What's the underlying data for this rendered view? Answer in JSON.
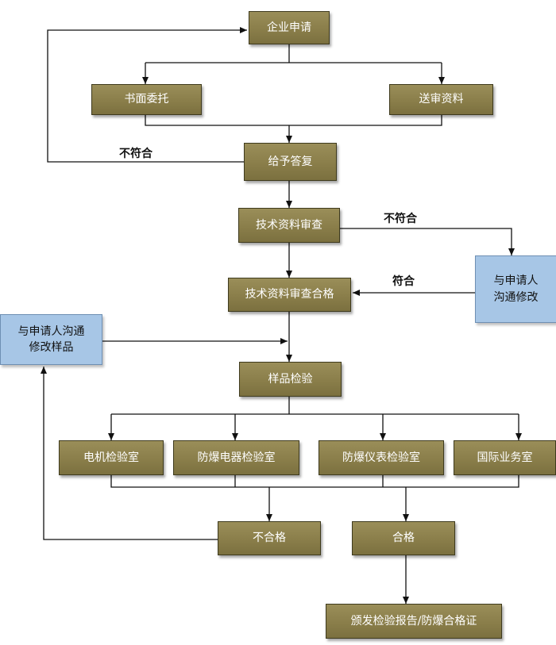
{
  "colors": {
    "process_fill": "#8a7e4a",
    "communication_fill": "#a7c6e6",
    "line": "#111111"
  },
  "nodes": {
    "apply": "企业申请",
    "written_entrust": "书面委托",
    "submit_docs": "送审资料",
    "reply": "给予答复",
    "doc_review": "技术资料审查",
    "doc_review_pass": "技术资料审查合格",
    "notify_applicant_docs": "与申请人\n沟通修改",
    "notify_applicant_samples": "与申请人沟通\n修改样品",
    "sample_test": "样品检验",
    "lab_motor": "电机检验室",
    "lab_explosion_proof_electrical": "防爆电器检验室",
    "lab_explosion_proof_instrument": "防爆仪表检验室",
    "lab_international": "国际业务室",
    "fail": "不合格",
    "pass": "合格",
    "issue_certificate": "颁发检验报告/防爆合格证"
  },
  "edge_labels": {
    "reply_not_conform": "不符合",
    "review_not_conform": "不符合",
    "conform": "符合"
  }
}
